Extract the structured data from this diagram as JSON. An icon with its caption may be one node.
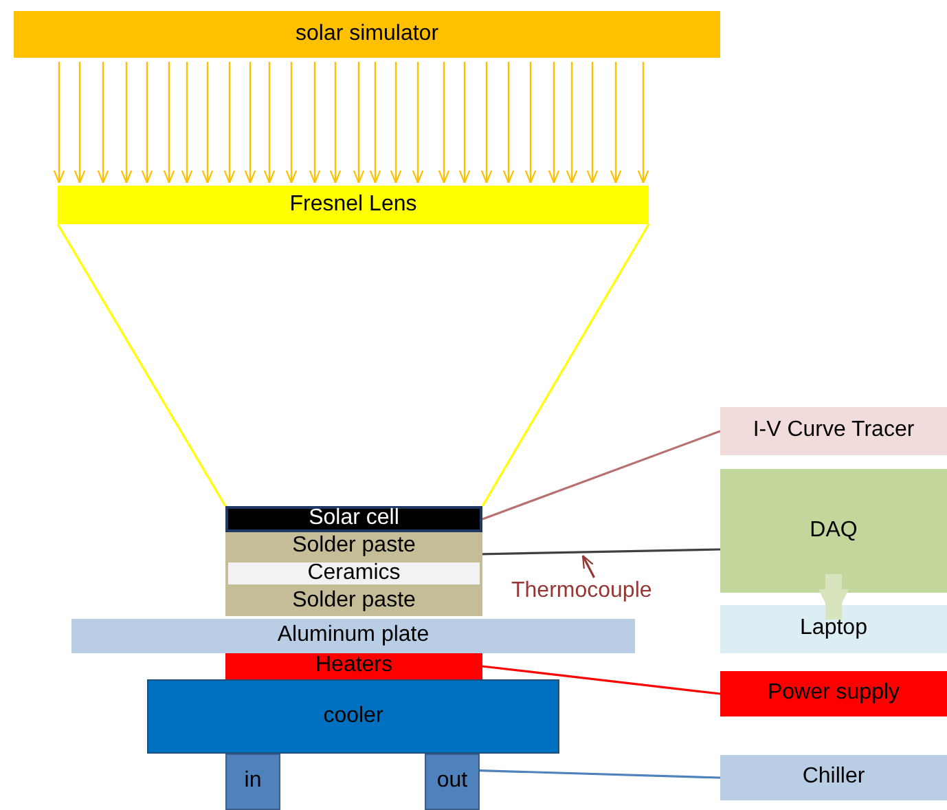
{
  "diagram": {
    "nodes": [
      {
        "text": [
          "solar simulator"
        ]
      },
      {
        "text": [
          "Fresnel Lens"
        ]
      },
      {
        "text": [
          "Solar cell"
        ]
      },
      {
        "text": [
          "Solder paste"
        ]
      },
      {
        "text": [
          "Ceramics"
        ]
      },
      {
        "text": [
          "Solder paste"
        ]
      },
      {
        "text": [
          "Aluminum plate"
        ]
      },
      {
        "text": [
          "Heaters"
        ]
      },
      {
        "text": [
          "cooler"
        ]
      },
      {
        "text": [
          "in"
        ]
      },
      {
        "text": [
          "out"
        ]
      },
      {
        "text": [
          "I-V Curve Tracer"
        ]
      },
      {
        "text": [
          "DAQ"
        ]
      },
      {
        "text": [
          "Laptop"
        ]
      },
      {
        "text": [
          "Power supply"
        ]
      },
      {
        "text": [
          "Chiller"
        ]
      },
      {
        "text": [
          "Thermocouple"
        ]
      }
    ],
    "edges": [
      {
        "from": 0,
        "to": 1,
        "arrow": "to"
      },
      {
        "from": 0,
        "to": 1,
        "arrow": "to"
      },
      {
        "from": 0,
        "to": 1,
        "arrow": "to"
      },
      {
        "from": 0,
        "to": 1,
        "arrow": "to"
      },
      {
        "from": 0,
        "to": 1,
        "arrow": "to"
      },
      {
        "from": 0,
        "to": 1,
        "arrow": "to"
      },
      {
        "from": 0,
        "to": 1,
        "arrow": "to"
      },
      {
        "from": 0,
        "to": 1,
        "arrow": "to"
      },
      {
        "from": 0,
        "to": 1,
        "arrow": "to"
      },
      {
        "from": 0,
        "to": 1,
        "arrow": "to"
      },
      {
        "from": 0,
        "to": 1,
        "arrow": "to"
      },
      {
        "from": 0,
        "to": 1,
        "arrow": "to"
      },
      {
        "from": 0,
        "to": 1,
        "arrow": "to"
      },
      {
        "from": 0,
        "to": 1,
        "arrow": "to"
      },
      {
        "from": 0,
        "to": 1,
        "arrow": "to"
      },
      {
        "from": 0,
        "to": 1,
        "arrow": "to"
      },
      {
        "from": 0,
        "to": 1,
        "arrow": "to"
      },
      {
        "from": 0,
        "to": 1,
        "arrow": "to"
      },
      {
        "from": 0,
        "to": 1,
        "arrow": "to"
      },
      {
        "from": 0,
        "to": 1,
        "arrow": "to"
      },
      {
        "from": 0,
        "to": 1,
        "arrow": "to"
      },
      {
        "from": 0,
        "to": 1,
        "arrow": "to"
      },
      {
        "from": 0,
        "to": 1,
        "arrow": "to"
      },
      {
        "from": 0,
        "to": 1,
        "arrow": "to"
      },
      {
        "from": 0,
        "to": 1,
        "arrow": "to"
      },
      {
        "from": 0,
        "to": 1,
        "arrow": "to"
      },
      {
        "from": 0,
        "to": 1,
        "arrow": "to"
      },
      {
        "from": 0,
        "to": 1,
        "arrow": "to"
      },
      {
        "from": 1,
        "to": 2,
        "arrow": "none",
        "color": "#ffff00"
      },
      {
        "from": 1,
        "to": 2,
        "arrow": "none",
        "color": "#ffff00"
      },
      {
        "from": 2,
        "to": 11,
        "arrow": "none",
        "color": "#b87070"
      },
      {
        "from": 3,
        "to": 12,
        "arrow": "none",
        "color": "#404040"
      },
      {
        "from": 12,
        "to": 13,
        "arrow": "to",
        "style": "thick",
        "color": "#d7e4bd"
      },
      {
        "from": 7,
        "to": 14,
        "arrow": "none",
        "color": "#ff0000"
      },
      {
        "from": 10,
        "to": 15,
        "arrow": "none",
        "color": "#4f81bd"
      },
      {
        "from": 16,
        "to": null,
        "arrow": "to",
        "color": "#953735"
      }
    ]
  }
}
